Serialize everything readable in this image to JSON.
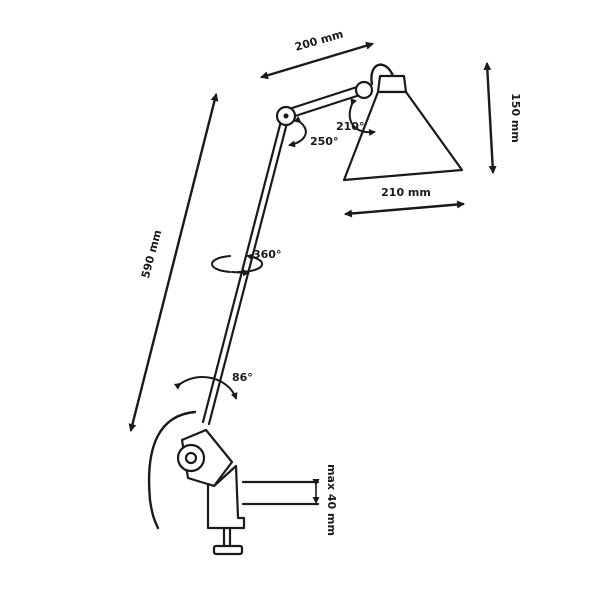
{
  "labels": {
    "arm_length": "200 mm",
    "shade_height": "150 mm",
    "shade_width": "210 mm",
    "total_height": "590 mm",
    "shade_tilt": "210°",
    "elbow_rotation": "250°",
    "stem_rotation": "360°",
    "base_rotation": "86°",
    "clamp_capacity": "max 40 mm"
  },
  "colors": {
    "ink": "#1a1a1a",
    "background": "#ffffff"
  },
  "icons": [
    "rotation-arrow-icon",
    "double-arrow-icon"
  ]
}
